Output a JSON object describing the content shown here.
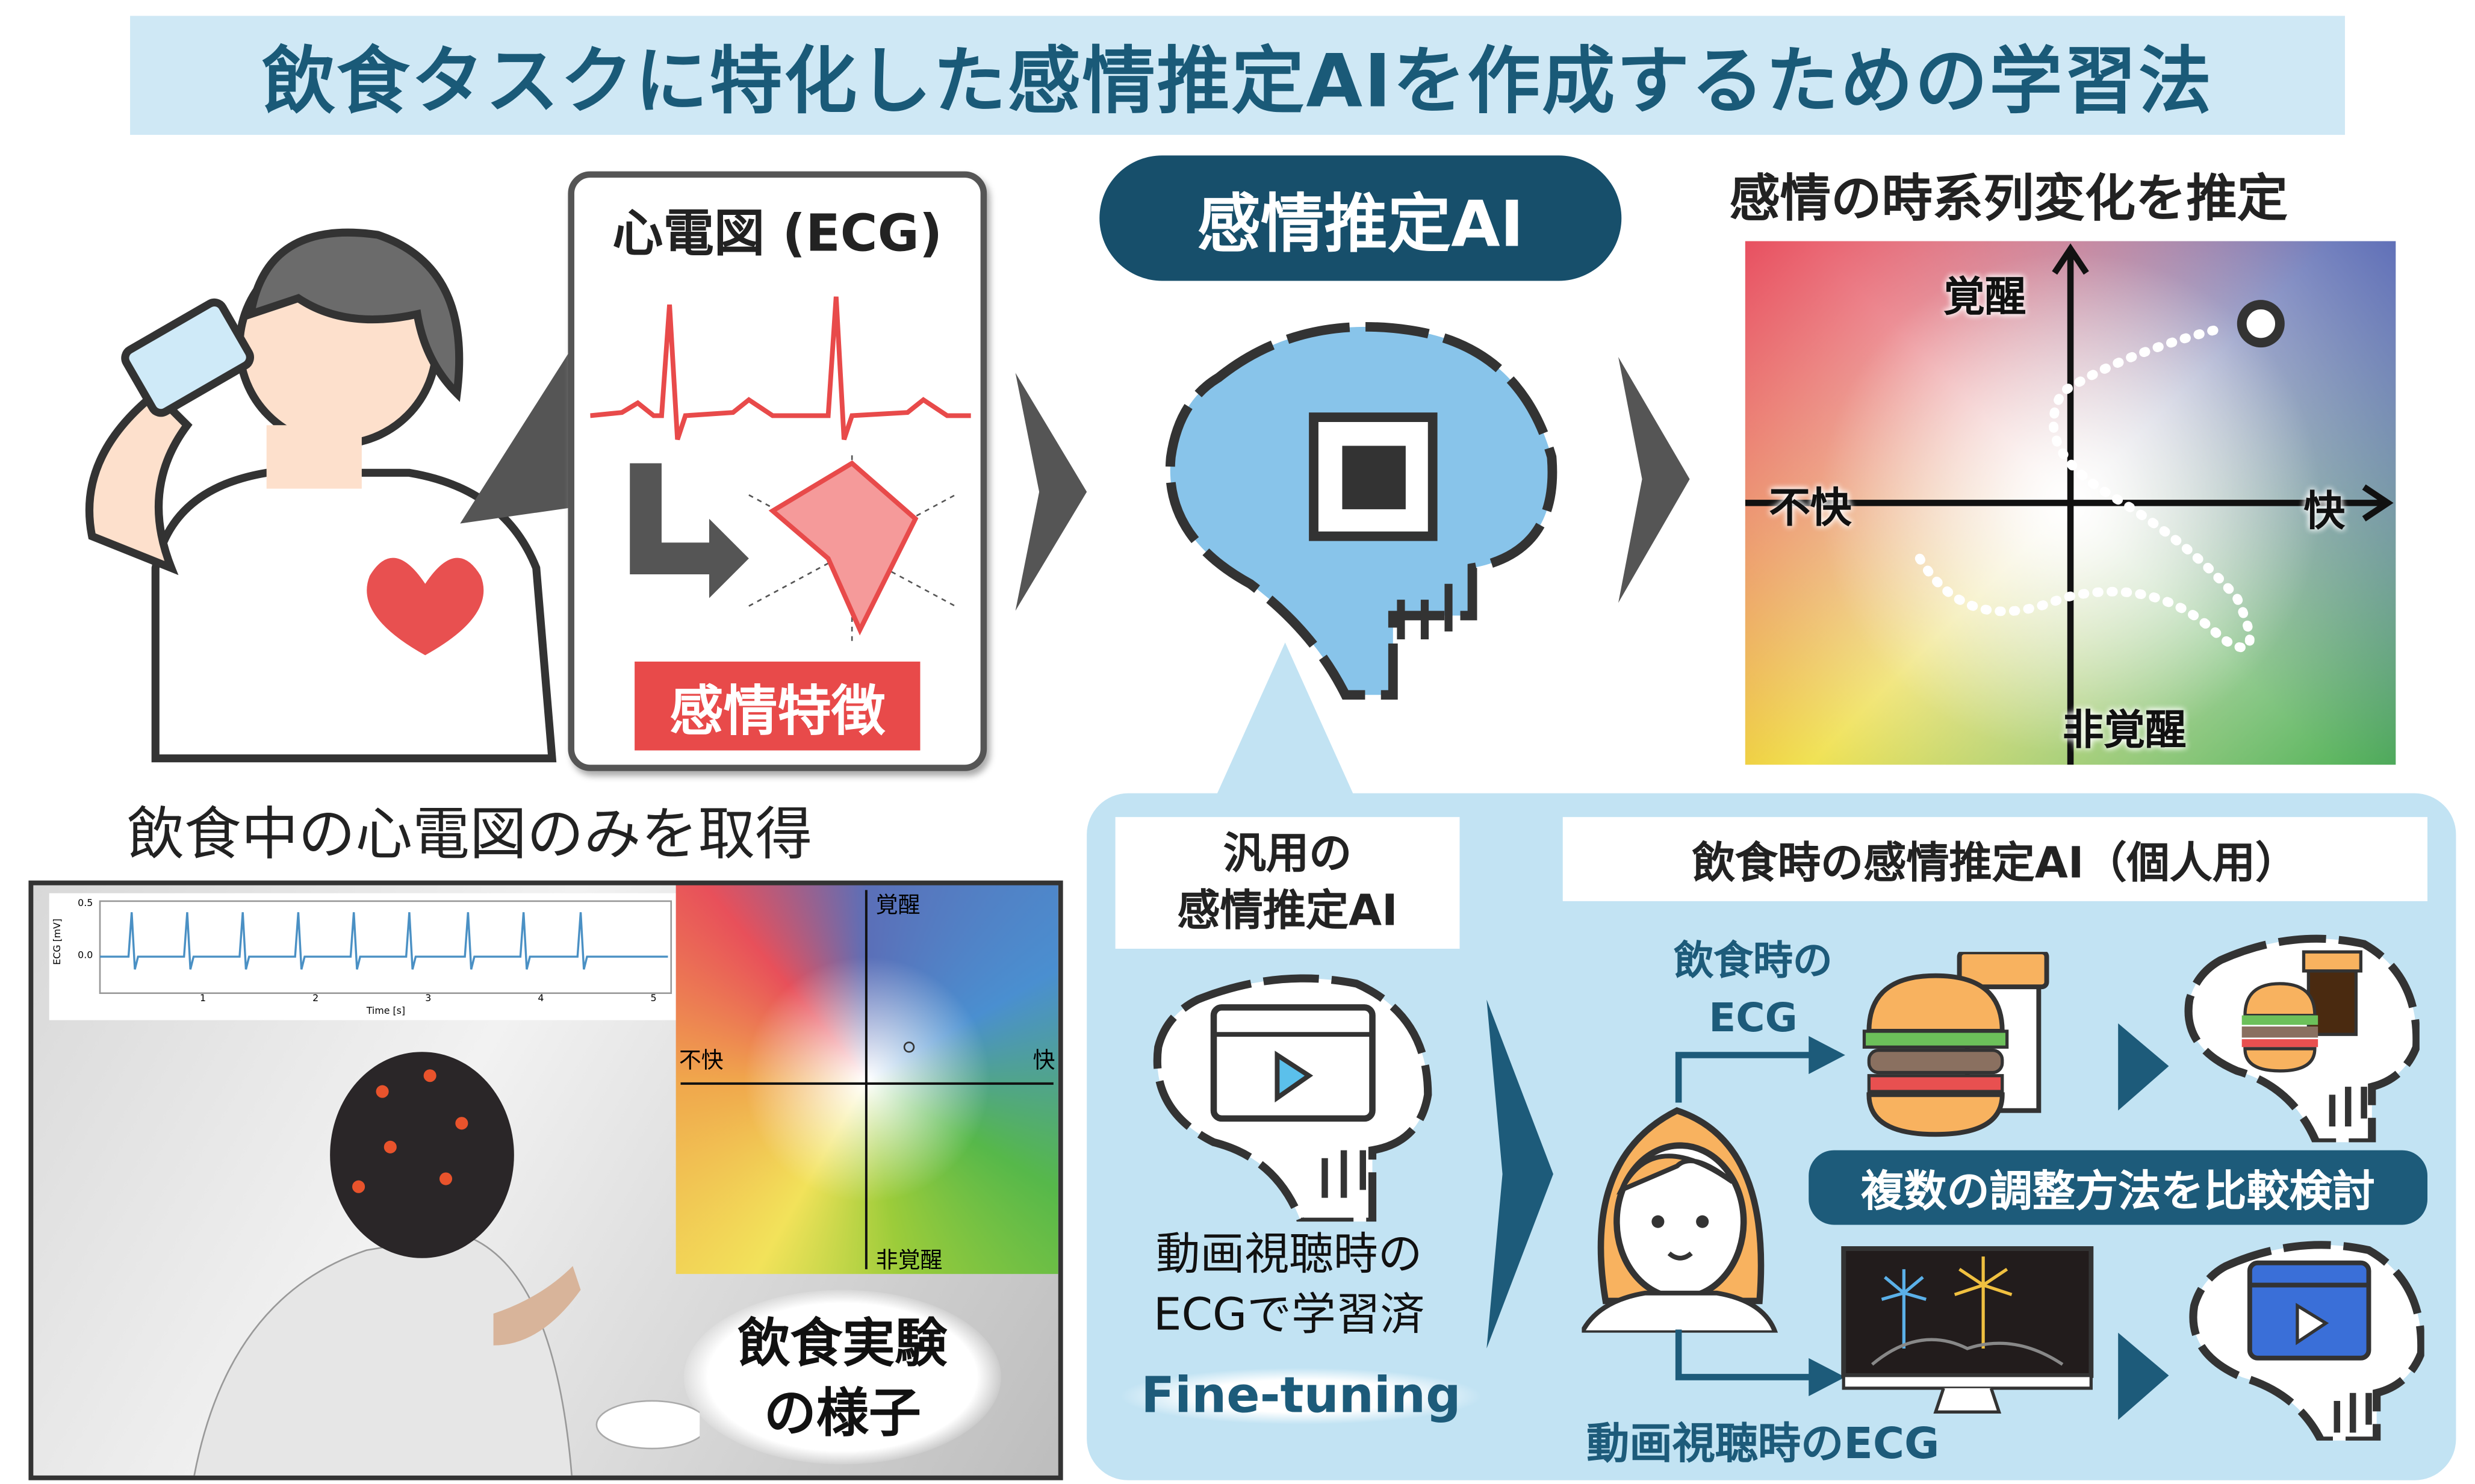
{
  "title": "飲食タスクに特化した感情推定AIを作成するための学習法",
  "ecg_box": {
    "heading": "心電図 (ECG)",
    "feature_label": "感情特徴"
  },
  "left_caption": "飲食中の心電図のみを取得",
  "ai_pill": "感情推定AI",
  "timeseries": {
    "heading": "感情の時系列変化を推定",
    "axis_top": "覚醒",
    "axis_bottom": "非覚醒",
    "axis_left": "不快",
    "axis_right": "快"
  },
  "photo": {
    "ecg_plot": {
      "ylabel": "ECG [mV]",
      "xlabel": "Time [s]",
      "yticks": [
        "0.5",
        "0.0"
      ],
      "xticks": [
        "1",
        "2",
        "3",
        "4",
        "5"
      ]
    },
    "quad": {
      "top": "覚醒",
      "bottom": "非覚醒",
      "left": "不快",
      "right": "快"
    },
    "caption_line1": "飲食実験",
    "caption_line2": "の様子"
  },
  "panel": {
    "general_ai_line1": "汎用の",
    "general_ai_line2": "感情推定AI",
    "personal_ai": "飲食時の感情推定AI（個人用）",
    "trained_line1": "動画視聴時の",
    "trained_line2": "ECGで学習済",
    "fine_tuning": "Fine-tuning",
    "eating_ecg_line1": "飲食時の",
    "eating_ecg_line2": "ECG",
    "compare": "複数の調整方法を比較検討",
    "video_ecg": "動画視聴時のECG"
  },
  "colors": {
    "navy": "#1d5b7a",
    "red": "#e84a4a",
    "panel": "#c2e3f3",
    "banner": "#cfe8f5"
  }
}
